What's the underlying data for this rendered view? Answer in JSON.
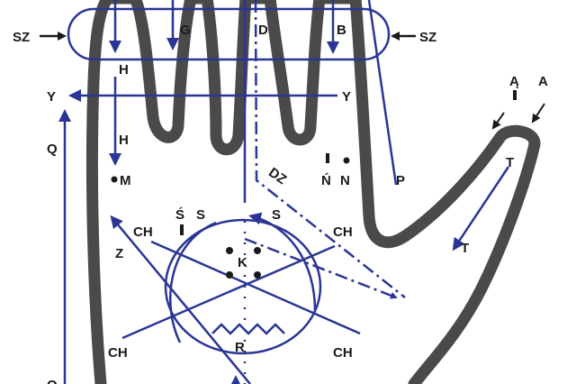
{
  "colors": {
    "outline": "#4a4a4a",
    "lines": "#2a3596",
    "text": "#1a1a1a"
  },
  "labels": {
    "sz_left": "SZ",
    "sz_right": "SZ",
    "g": "G",
    "d": "D",
    "b": "B",
    "h_top": "H",
    "h_bottom": "H",
    "y_left": "Y",
    "y_right": "Y",
    "q_top": "Q",
    "q_bottom": "Q",
    "m": "M",
    "n_acute": "Ń",
    "n": "N",
    "dz": "DZ",
    "p": "P",
    "a_ogonek": "Ą",
    "a": "A",
    "t_top": "T",
    "t_bottom": "T",
    "s_acute": "Ś",
    "s_left": "S",
    "s_right": "S",
    "ch_top_left": "CH",
    "ch_top_right": "CH",
    "ch_bottom_left": "CH",
    "ch_bottom_right": "CH",
    "z": "Z",
    "k": "K",
    "r": "R"
  }
}
